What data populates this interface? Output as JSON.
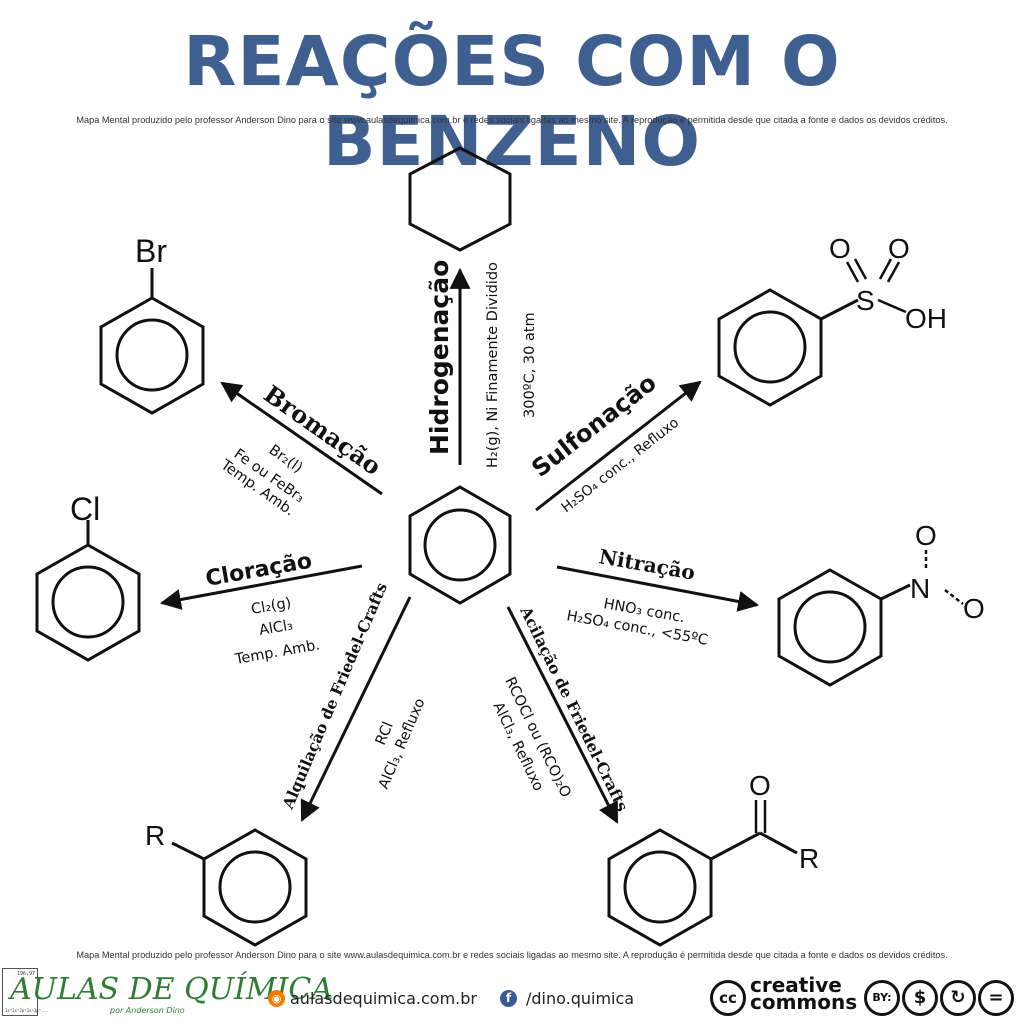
{
  "header": {
    "title": "REAÇÕES COM O BENZENO",
    "credit": "Mapa Mental produzido pelo professor Anderson Dino para o site www.aulasdequimica.com.br e redes sociais ligadas ao mesmo site. A reprodução é permitida desde que citada a fonte e dados os devidos créditos."
  },
  "reactions": {
    "hidrogenacao": {
      "name": "Hidrogenação",
      "cond1": "H₂(g), Ni Finamente Dividido",
      "cond2": "300ºC, 30 atm"
    },
    "sulfonacao": {
      "name": "Sulfonação",
      "cond1": "H₂SO₄ conc., Refluxo"
    },
    "nitracao": {
      "name": "Nitração",
      "cond1": "HNO₃ conc.",
      "cond2": "H₂SO₄ conc., <55ºC"
    },
    "acilacao": {
      "name": "Acilação de Friedel-Crafts",
      "cond1": "RCOCl ou (RCO)₂O",
      "cond2": "AlCl₃, Refluxo"
    },
    "alquilacao": {
      "name": "Alquilação de Friedel-Crafts",
      "cond1": "RCl",
      "cond2": "AlCl₃, Refluxo"
    },
    "cloracao": {
      "name": "Cloração",
      "cond1": "Cl₂(g)",
      "cond2": "AlCl₃",
      "cond3": "Temp. Amb."
    },
    "bromacao": {
      "name": "Bromação",
      "cond1": "Br₂(l)",
      "cond2": "Fe ou FeBr₃",
      "cond3": "Temp. Amb."
    }
  },
  "atoms": {
    "br": "Br",
    "cl": "Cl",
    "r_alkyl": "R",
    "r_acyl": "R",
    "o_acyl": "O",
    "s": "S",
    "o1": "O",
    "o2": "O",
    "oh": "OH",
    "n": "N",
    "o_n1": "O",
    "o_n2": "O"
  },
  "footer": {
    "credit": "Mapa Mental produzido pelo professor Anderson Dino para o site www.aulasdequimica.com.br e redes sociais ligadas ao mesmo site. A reprodução é permitida desde que citada a fonte e dados os devidos créditos.",
    "logo_text": "AULAS DE QUÍMICA",
    "logo_sub": "por Anderson Dino",
    "logo_number": "196,97",
    "logo_coords": "1s²2s²2p⁶3s²3p⁶...",
    "site": "aulasdequimica.com.br",
    "social": "/dino.quimica",
    "cc_label": "creative commons",
    "cc_by": "BY:",
    "colors": {
      "title": "#3f5f91",
      "logo": "#2e7d32",
      "rss": "#f57c00",
      "facebook": "#3b5998"
    }
  }
}
